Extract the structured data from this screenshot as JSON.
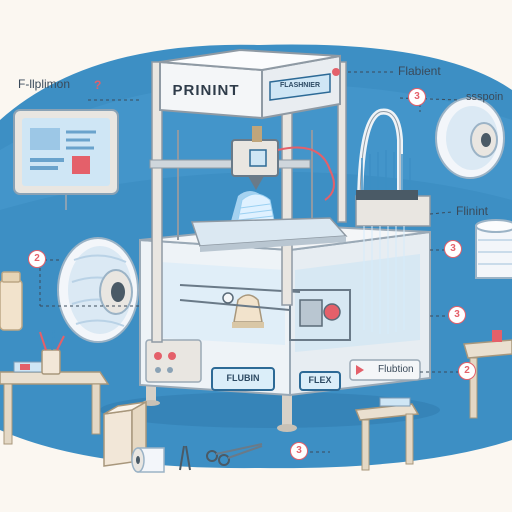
{
  "labels": {
    "printer_title": "PRININT",
    "left_title": "F-llplimon",
    "top_right": "Flabient",
    "right_spool": "ssspoin",
    "right_mid": "Flinint",
    "bottom_right": "Flubtion",
    "top_panel_tag": "FLASHNIER",
    "front_badge": "FLUBIN",
    "flex_tag": "FLEX",
    "question": "?"
  },
  "badges": [
    "3",
    "2",
    "3",
    "3",
    "2",
    "3"
  ],
  "colors": {
    "background": "#fbf7f1",
    "blue_blob": "#3d8fc4",
    "frame": "#e9e6e1",
    "accent_red": "#e4606a",
    "screen_blue": "#cfe6f5"
  },
  "icons": [
    "question-icon",
    "scissors-icon",
    "tape-roll-icon",
    "pencil-cup-icon",
    "filament-spool-icon"
  ]
}
